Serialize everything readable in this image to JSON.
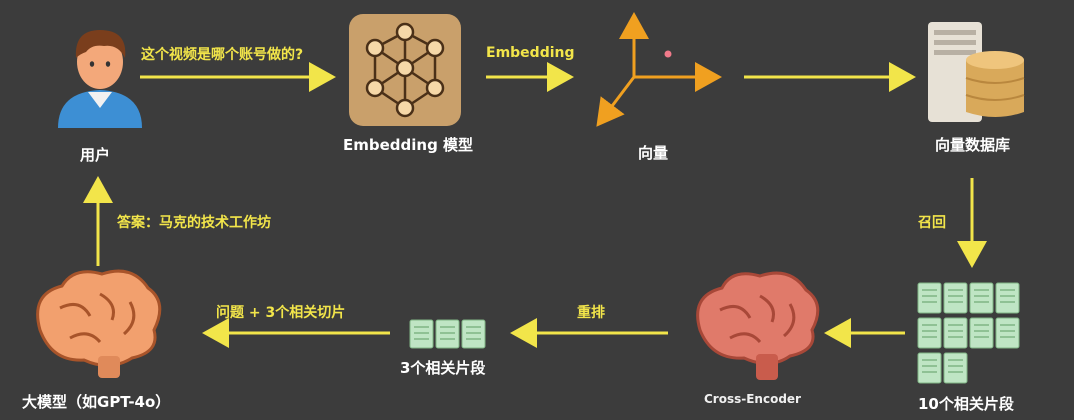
{
  "nodes": {
    "user": "用户",
    "embedding_model": "Embedding 模型",
    "vector": "向量",
    "vector_db": "向量数据库",
    "top10": "10个相关片段",
    "cross_encoder": "Cross-Encoder",
    "top3": "3个相关片段",
    "llm": "大模型（如GPT-4o）"
  },
  "edges": {
    "question": "这个视频是哪个账号做的?",
    "embedding": "Embedding",
    "recall": "召回",
    "rerank": "重排",
    "question_plus": "问题 + 3个相关切片",
    "answer": "答案：马克的技术工作坊"
  },
  "colors": {
    "background": "#3c3c3c",
    "arrow": "#f2e54a",
    "axis": "#f0a020",
    "text": "#ffffff",
    "doc_card": "#bfe5c4",
    "brain": "#e07a6a"
  }
}
